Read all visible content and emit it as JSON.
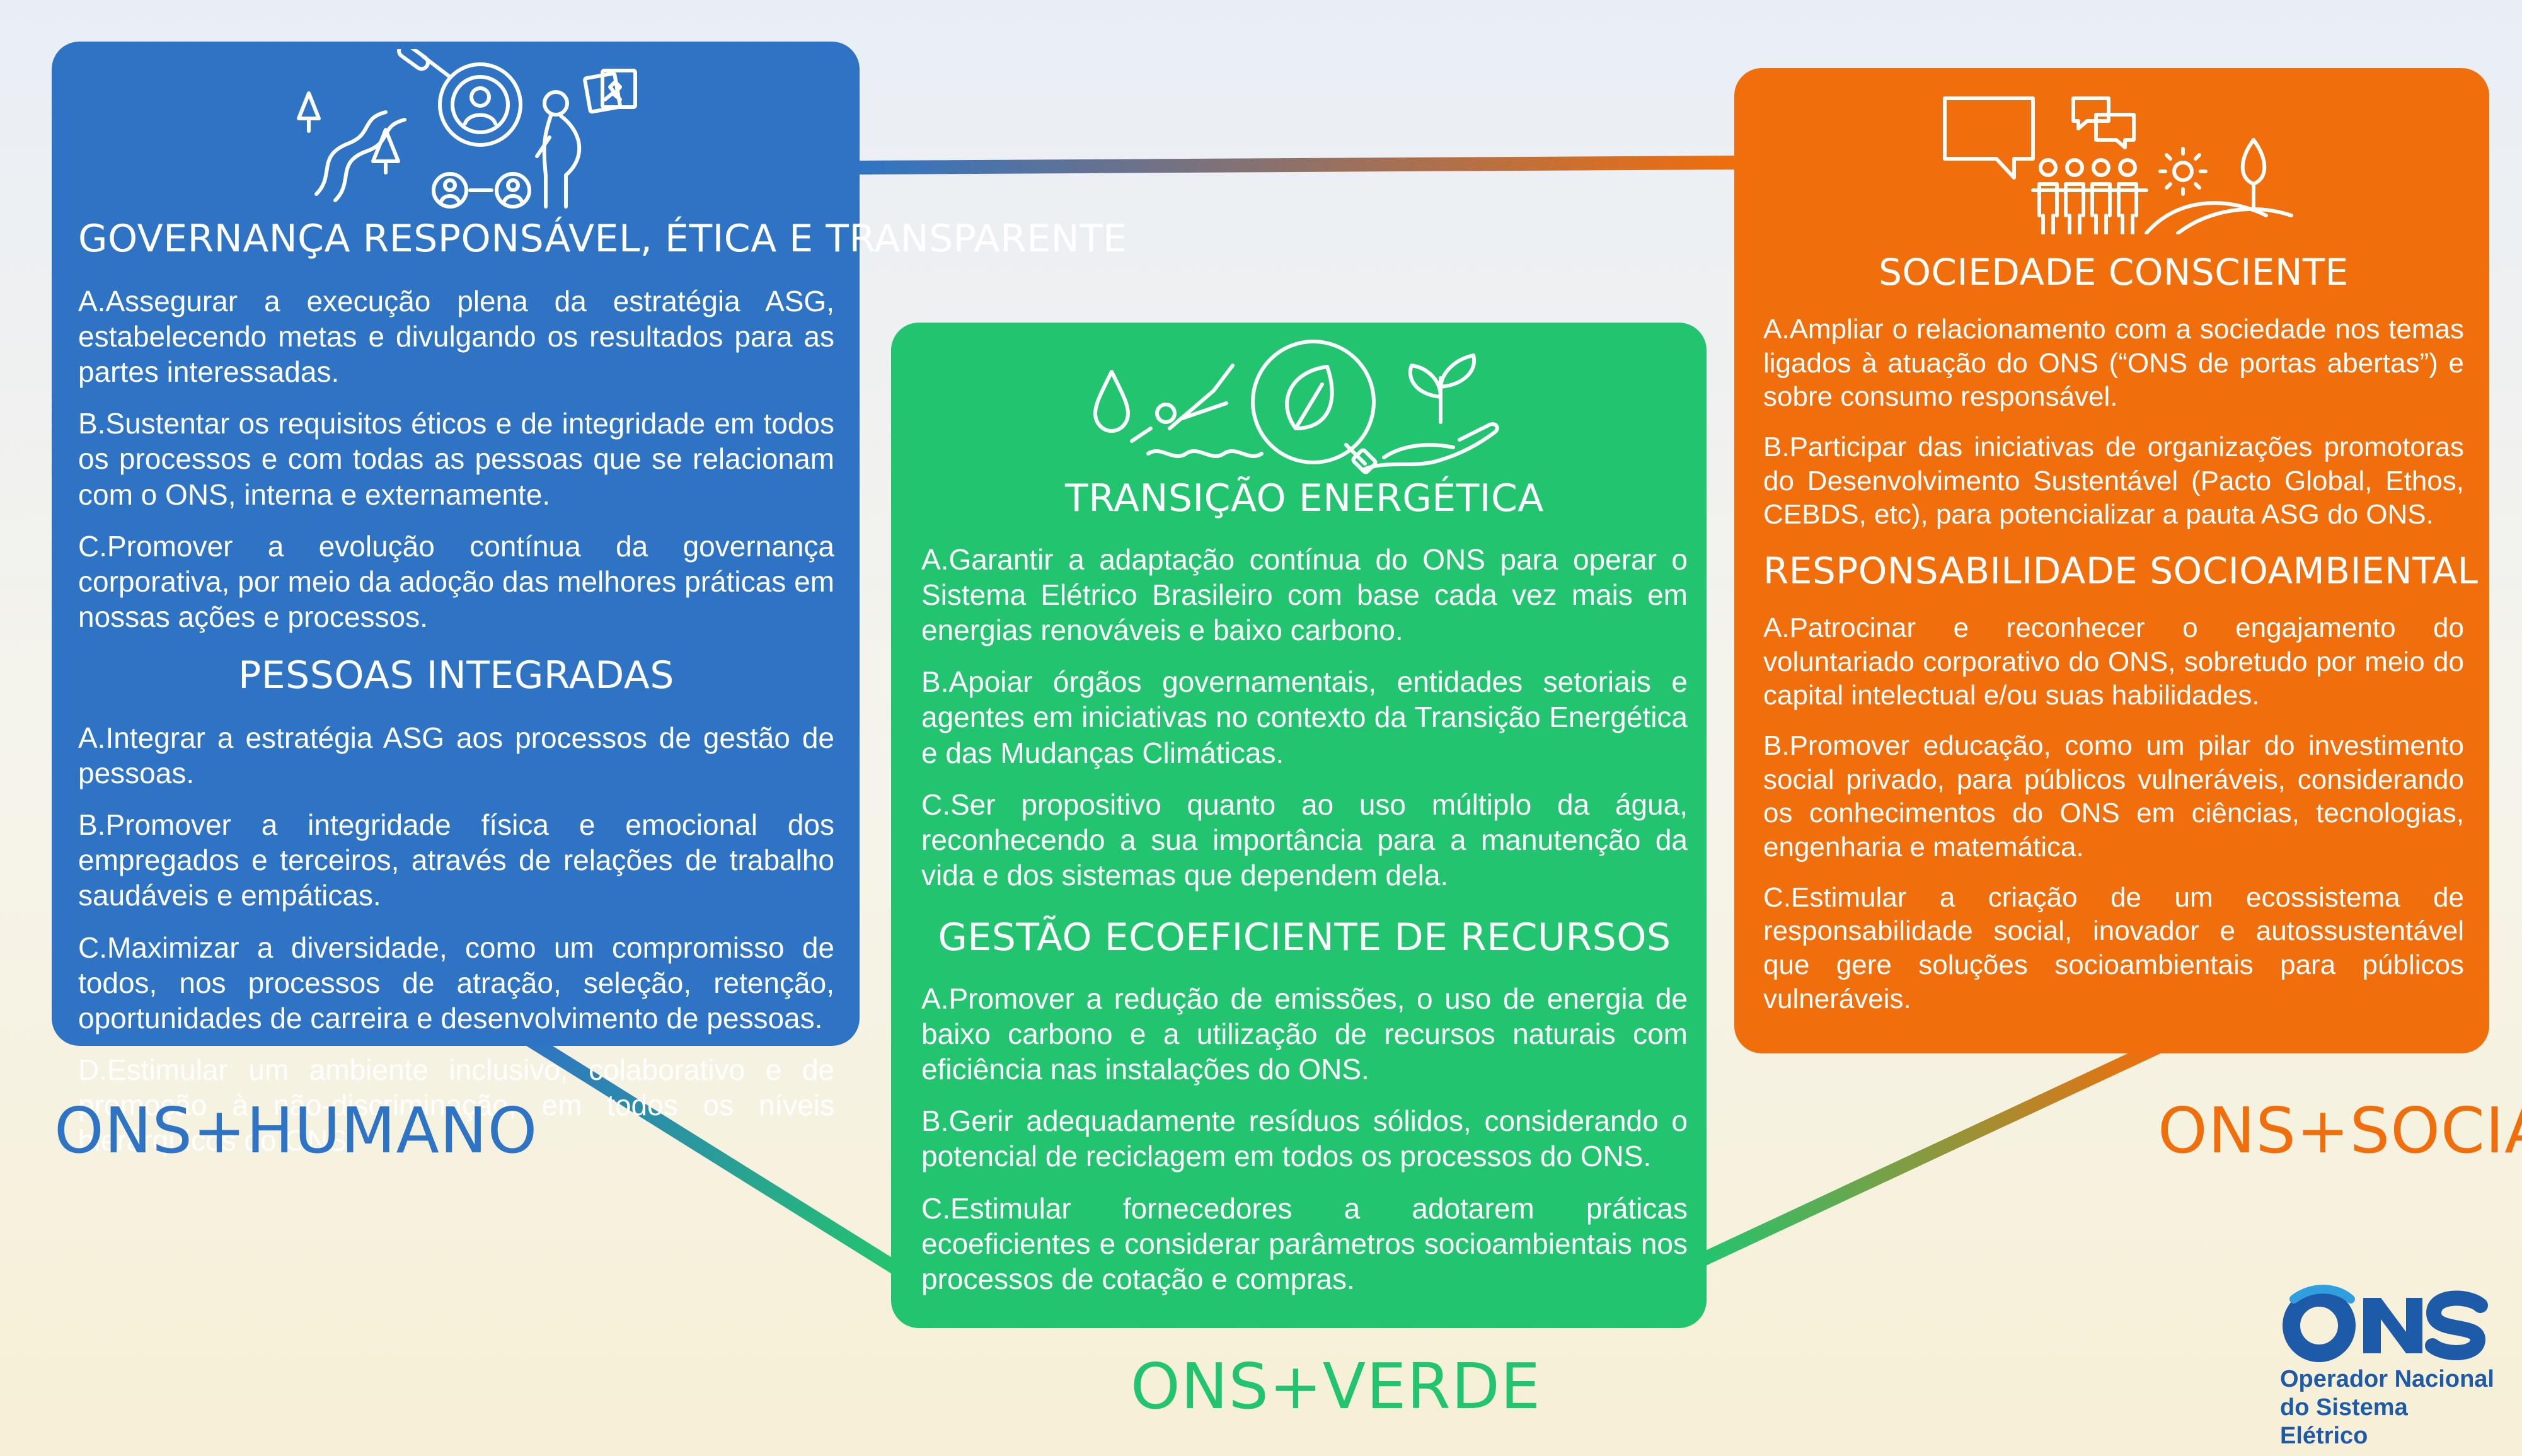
{
  "colors": {
    "blue": "#2f74c4",
    "green": "#23c46f",
    "orange": "#f06e0c",
    "logo_blue": "#1d5aa8"
  },
  "humano": {
    "label": "ONS+HUMANO",
    "icons": [
      "tree-icon",
      "road-icon",
      "magnifier-target-icon",
      "people-connection-icon",
      "pregnant-person-icon",
      "photo-frames-icon"
    ],
    "sections": [
      {
        "title": "GOVERNANÇA RESPONSÁVEL, ÉTICA E TRANSPARENTE",
        "items": [
          "A.Assegurar a execução plena da estratégia ASG, estabelecendo metas e divulgando  os resultados para as partes interessadas.",
          "B.Sustentar os requisitos éticos e de integridade em todos os processos e com todas as pessoas que se relacionam com o ONS, interna e externamente.",
          "C.Promover a evolução contínua da governança corporativa, por meio da adoção das melhores práticas em nossas ações e processos."
        ]
      },
      {
        "title": "PESSOAS INTEGRADAS",
        "items": [
          "A.Integrar a estratégia ASG aos processos de gestão de pessoas.",
          "B.Promover a integridade física e emocional dos  empregados e terceiros, através de relações  de trabalho saudáveis e empáticas.",
          "C.Maximizar a diversidade, como um compromisso de todos, nos processos de atração, seleção, retenção,  oportunidades de carreira e desenvolvimento de pessoas.",
          "D.Estimular um ambiente inclusivo, colaborativo e de promoção à não-discriminação, em todos os níveis hierárquicos do ONS."
        ]
      }
    ]
  },
  "verde": {
    "label": "ONS+VERDE",
    "icons": [
      "water-drop-icon",
      "swimmer-icon",
      "leaf-plug-icon",
      "plant-in-hand-icon"
    ],
    "sections": [
      {
        "title": "TRANSIÇÃO ENERGÉTICA",
        "items": [
          "A.Garantir a adaptação contínua do ONS para operar o Sistema Elétrico Brasileiro com base cada vez mais em energias renováveis e baixo carbono.",
          "B.Apoiar órgãos governamentais, entidades setoriais e agentes em iniciativas no contexto da Transição Energética e das Mudanças Climáticas.",
          "C.Ser propositivo quanto ao uso múltiplo da água, reconhecendo a sua importância para a manutenção da vida e dos sistemas que dependem dela."
        ]
      },
      {
        "title": "GESTÃO ECOEFICIENTE DE RECURSOS",
        "items": [
          "A.Promover a redução de emissões, o uso de energia de baixo carbono e a utilização de recursos naturais com eficiência nas instalações do ONS.",
          "B.Gerir adequadamente resíduos sólidos, considerando o potencial de reciclagem em todos os processos do ONS.",
          "C.Estimular fornecedores a adotarem práticas ecoeficientes e considerar parâmetros socioambientais nos processos de cotação e compras."
        ]
      }
    ]
  },
  "social": {
    "label": "ONS+SOCIAL",
    "icons": [
      "speech-bubble-icon",
      "chat-bubbles-icon",
      "community-people-icon",
      "sun-icon",
      "hill-tree-icon"
    ],
    "sections": [
      {
        "title": "SOCIEDADE CONSCIENTE",
        "items": [
          "A.Ampliar o relacionamento com a sociedade nos temas ligados à atuação do ONS (“ONS de portas abertas”) e sobre consumo responsável.",
          "B.Participar das iniciativas de organizações promotoras do Desenvolvimento Sustentável  (Pacto Global, Ethos, CEBDS, etc), para potencializar a pauta ASG do ONS."
        ]
      },
      {
        "title": "RESPONSABILIDADE SOCIOAMBIENTAL",
        "items": [
          "A.Patrocinar e reconhecer o engajamento do voluntariado corporativo do ONS, sobretudo por meio do capital intelectual e/ou suas habilidades.",
          "B.Promover educação, como um pilar do investimento social privado, para públicos vulneráveis, considerando os conhecimentos do ONS em ciências, tecnologias, engenharia e matemática.",
          "C.Estimular a criação de um ecossistema de responsabilidade social, inovador e autossustentável que gere soluções socioambientais para públicos vulneráveis."
        ]
      }
    ]
  },
  "logo": {
    "mark": "ONS",
    "line1": "Operador Nacional",
    "line2": "do Sistema Elétrico"
  }
}
